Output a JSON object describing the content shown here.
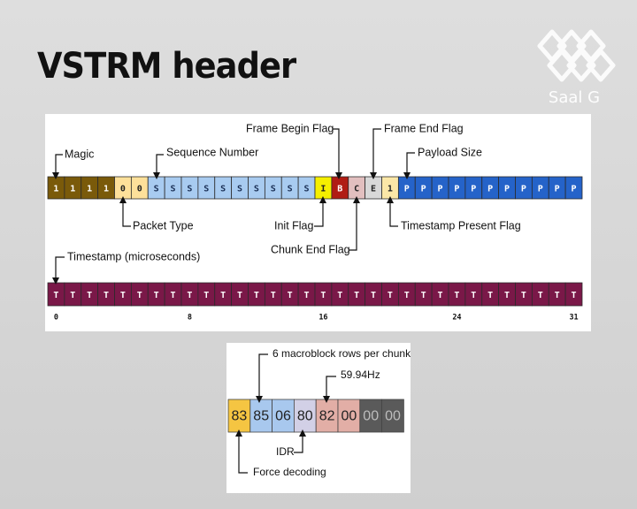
{
  "slide": {
    "title": "VSTRM header",
    "logo_text": "Saal G",
    "logo_icon": "hexagon-logo-icon"
  },
  "header_row": {
    "cells": [
      {
        "t": "1",
        "c": "#7a5a0a",
        "f": "#ffffff"
      },
      {
        "t": "1",
        "c": "#7a5a0a",
        "f": "#ffffff"
      },
      {
        "t": "1",
        "c": "#7a5a0a",
        "f": "#ffffff"
      },
      {
        "t": "1",
        "c": "#7a5a0a",
        "f": "#ffffff"
      },
      {
        "t": "0",
        "c": "#fde09a",
        "f": "#222222"
      },
      {
        "t": "0",
        "c": "#fde09a",
        "f": "#222222"
      },
      {
        "t": "S",
        "c": "#a8cbf0",
        "f": "#1a2f55"
      },
      {
        "t": "S",
        "c": "#a8cbf0",
        "f": "#1a2f55"
      },
      {
        "t": "S",
        "c": "#a8cbf0",
        "f": "#1a2f55"
      },
      {
        "t": "S",
        "c": "#a8cbf0",
        "f": "#1a2f55"
      },
      {
        "t": "S",
        "c": "#a8cbf0",
        "f": "#1a2f55"
      },
      {
        "t": "S",
        "c": "#a8cbf0",
        "f": "#1a2f55"
      },
      {
        "t": "S",
        "c": "#a8cbf0",
        "f": "#1a2f55"
      },
      {
        "t": "S",
        "c": "#a8cbf0",
        "f": "#1a2f55"
      },
      {
        "t": "S",
        "c": "#a8cbf0",
        "f": "#1a2f55"
      },
      {
        "t": "S",
        "c": "#a8cbf0",
        "f": "#1a2f55"
      },
      {
        "t": "I",
        "c": "#f5ef00",
        "f": "#222222"
      },
      {
        "t": "B",
        "c": "#b01c14",
        "f": "#ffffff"
      },
      {
        "t": "C",
        "c": "#e2bfbf",
        "f": "#222222"
      },
      {
        "t": "E",
        "c": "#d8d8d8",
        "f": "#222222"
      },
      {
        "t": "1",
        "c": "#fbe7a7",
        "f": "#222222"
      },
      {
        "t": "P",
        "c": "#2563c9",
        "f": "#ffffff"
      },
      {
        "t": "P",
        "c": "#2563c9",
        "f": "#ffffff"
      },
      {
        "t": "P",
        "c": "#2563c9",
        "f": "#ffffff"
      },
      {
        "t": "P",
        "c": "#2563c9",
        "f": "#ffffff"
      },
      {
        "t": "P",
        "c": "#2563c9",
        "f": "#ffffff"
      },
      {
        "t": "P",
        "c": "#2563c9",
        "f": "#ffffff"
      },
      {
        "t": "P",
        "c": "#2563c9",
        "f": "#ffffff"
      },
      {
        "t": "P",
        "c": "#2563c9",
        "f": "#ffffff"
      },
      {
        "t": "P",
        "c": "#2563c9",
        "f": "#ffffff"
      },
      {
        "t": "P",
        "c": "#2563c9",
        "f": "#ffffff"
      },
      {
        "t": "P",
        "c": "#2563c9",
        "f": "#ffffff"
      }
    ],
    "labels": {
      "magic": "Magic",
      "sequence_number": "Sequence Number",
      "frame_begin_flag": "Frame Begin Flag",
      "frame_end_flag": "Frame End Flag",
      "payload_size": "Payload Size",
      "packet_type": "Packet Type",
      "init_flag": "Init Flag",
      "chunk_end_flag": "Chunk End Flag",
      "timestamp_present_flag": "Timestamp Present Flag"
    }
  },
  "timestamp_row": {
    "label": "Timestamp (microseconds)",
    "cell_text": "T",
    "cell_color": "#7a1848",
    "cell_count": 32,
    "ticks": [
      "0",
      "8",
      "16",
      "24",
      "31"
    ]
  },
  "extended_header": {
    "cells": [
      {
        "t": "83",
        "c": "#f5c542",
        "f": "#222222"
      },
      {
        "t": "85",
        "c": "#a8c8ee",
        "f": "#222222"
      },
      {
        "t": "06",
        "c": "#a8c8ee",
        "f": "#222222"
      },
      {
        "t": "80",
        "c": "#d2d0e6",
        "f": "#222222"
      },
      {
        "t": "82",
        "c": "#e2aea6",
        "f": "#222222"
      },
      {
        "t": "00",
        "c": "#e2aea6",
        "f": "#222222"
      },
      {
        "t": "00",
        "c": "#5a5a5a",
        "f": "#bdbdbd"
      },
      {
        "t": "00",
        "c": "#5a5a5a",
        "f": "#bdbdbd"
      }
    ],
    "labels": {
      "macroblock_rows": "6 macroblock rows per chunk",
      "framerate": "59.94Hz",
      "idr": "IDR",
      "force_decoding": "Force decoding"
    }
  }
}
